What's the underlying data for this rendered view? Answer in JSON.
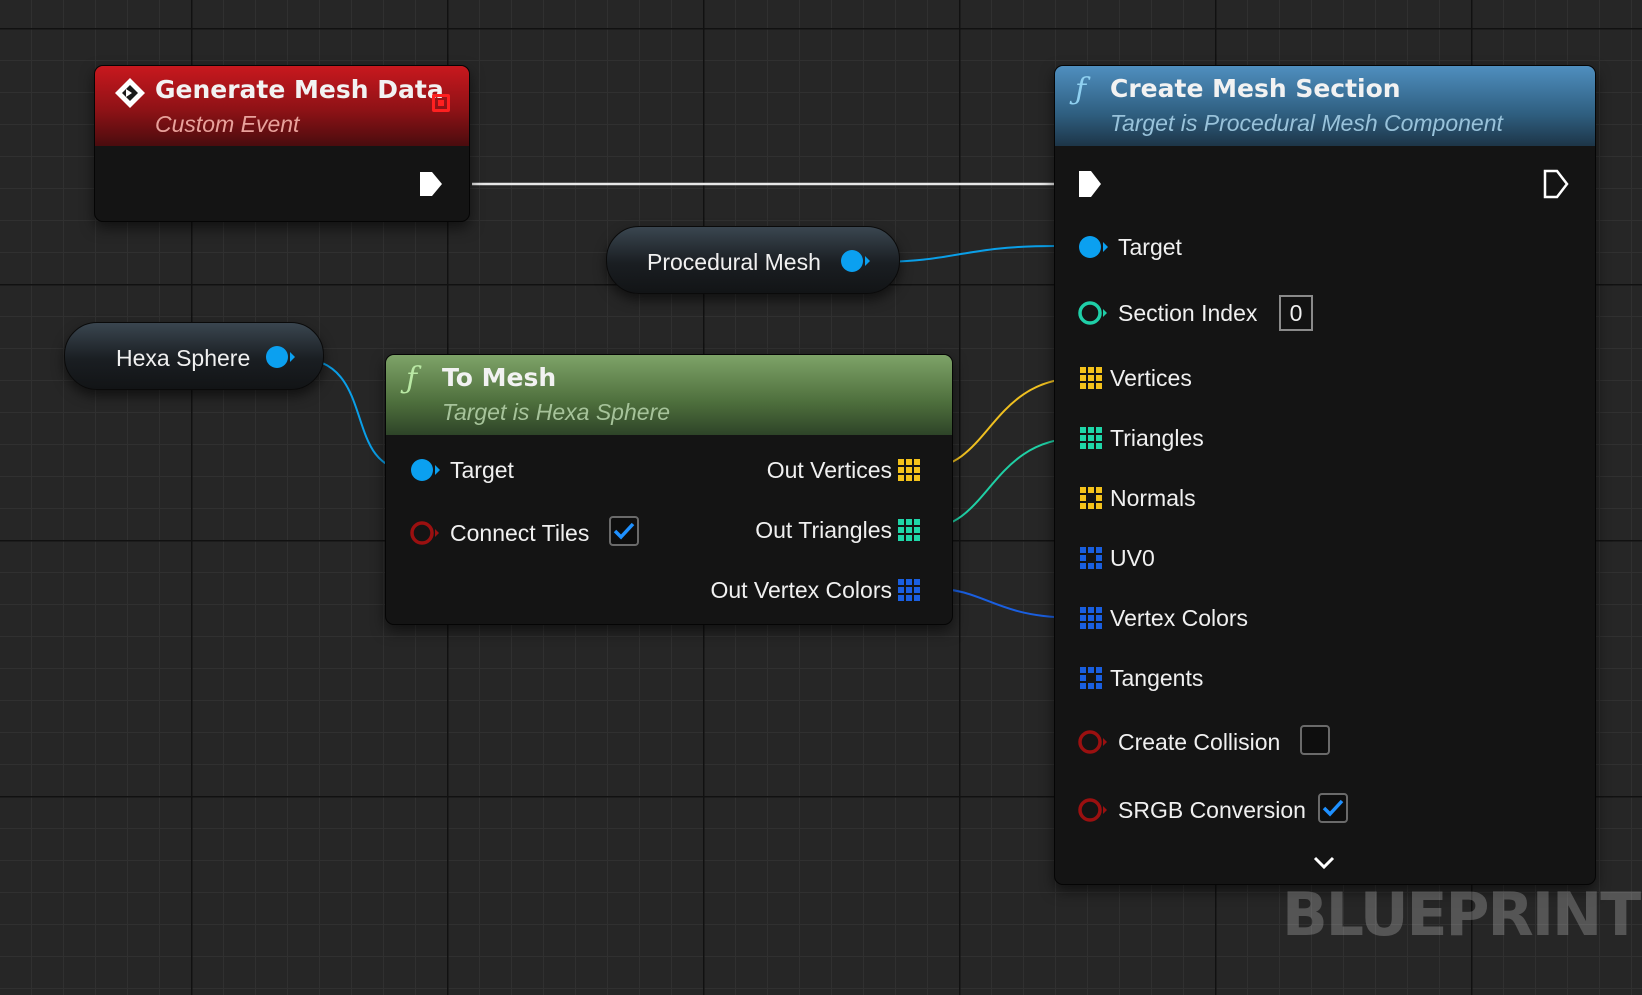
{
  "graph": {
    "watermark": "BLUEPRINT"
  },
  "colors": {
    "exec": "#ffffff",
    "object_pin": "#0ba0f0",
    "int_pin": "#1fcfa8",
    "bool_pin": "#9b1010",
    "vector_array": "#f4c21b",
    "int_array": "#1fd6a8",
    "struct_array": "#1a5fe0",
    "event_header": "#a8141a",
    "function_header_blue": "#3b7aa3",
    "function_header_green": "#5e8a48"
  },
  "nodes": {
    "generate_mesh_data": {
      "icon": "custom-event-icon",
      "title": "Generate Mesh Data",
      "subtitle": "Custom Event"
    },
    "procedural_mesh_getter": {
      "label": "Procedural Mesh"
    },
    "hexa_sphere_getter": {
      "label": "Hexa Sphere"
    },
    "to_mesh": {
      "icon": "function-icon",
      "title": "To Mesh",
      "subtitle": "Target is Hexa Sphere",
      "inputs": {
        "target": "Target",
        "connect_tiles": "Connect Tiles"
      },
      "connect_tiles_checked": true,
      "outputs": {
        "out_vertices": "Out Vertices",
        "out_triangles": "Out Triangles",
        "out_vertex_colors": "Out Vertex Colors"
      }
    },
    "create_mesh_section": {
      "icon": "function-icon",
      "title": "Create Mesh Section",
      "subtitle": "Target is Procedural Mesh Component",
      "inputs": {
        "target": "Target",
        "section_index": "Section Index",
        "section_index_value": "0",
        "vertices": "Vertices",
        "triangles": "Triangles",
        "normals": "Normals",
        "uv0": "UV0",
        "vertex_colors": "Vertex Colors",
        "tangents": "Tangents",
        "create_collision": "Create Collision",
        "srgb_conversion": "SRGB Conversion"
      },
      "create_collision_checked": false,
      "srgb_conversion_checked": true,
      "expand_icon": "chevron-down-icon"
    }
  }
}
